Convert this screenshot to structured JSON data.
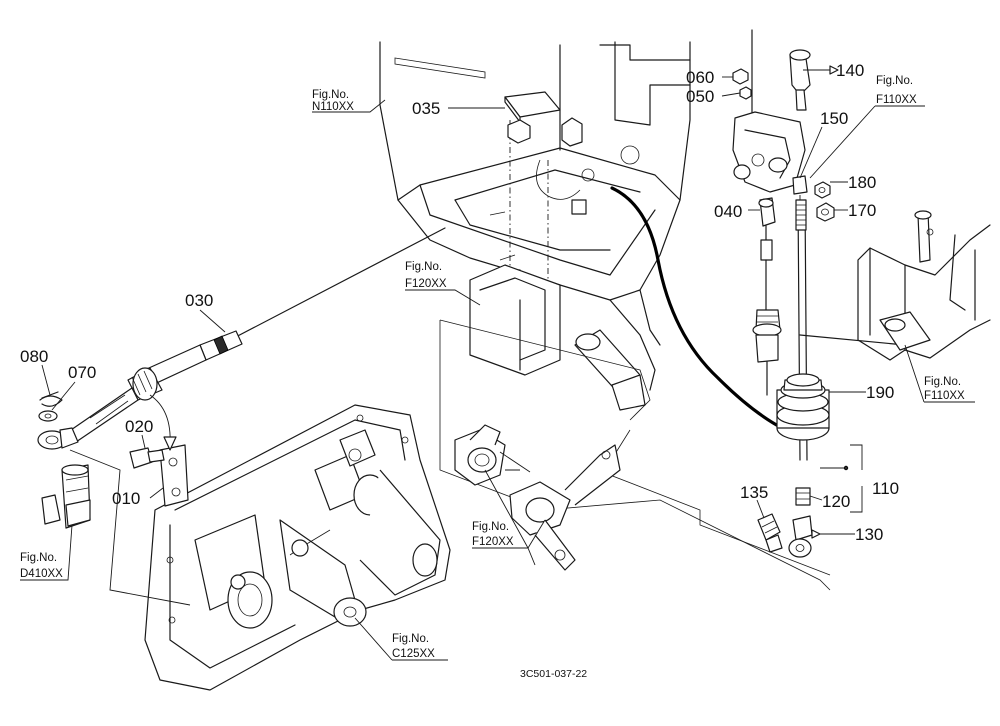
{
  "parts": {
    "p030": "030",
    "p080": "080",
    "p070": "070",
    "p020": "020",
    "p010": "010",
    "p035": "035",
    "p060": "060",
    "p050": "050",
    "p140": "140",
    "p150": "150",
    "p180": "180",
    "p170": "170",
    "p040": "040",
    "p190": "190",
    "p110": "110",
    "p120": "120",
    "p130": "130",
    "p135": "135"
  },
  "figrefs": {
    "n110": {
      "line1": "Fig.No.",
      "line2": "N110XX"
    },
    "f110_top": {
      "line1": "Fig.No.",
      "line2": "F110XX"
    },
    "f120_top": {
      "line1": "Fig.No.",
      "line2": "F120XX"
    },
    "f110_right": {
      "line1": "Fig.No.",
      "line2": "F110XX"
    },
    "d410": {
      "line1": "Fig.No.",
      "line2": "D410XX"
    },
    "f120_bottom": {
      "line1": "Fig.No.",
      "line2": "F120XX"
    },
    "c125": {
      "line1": "Fig.No.",
      "line2": "C125XX"
    }
  },
  "drawing_code": "3C501-037-22"
}
